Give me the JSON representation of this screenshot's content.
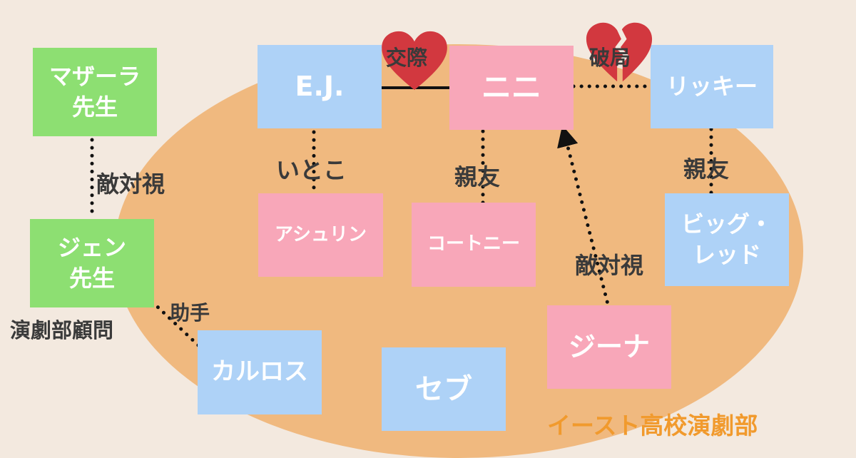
{
  "colors": {
    "background": "#f3e9df",
    "oval": "#f0b97f",
    "male_box": "#aed2f7",
    "female_box": "#f8a7b9",
    "teacher_box": "#8ddf72",
    "heart": "#d2383f",
    "club_title": "#f19a2d"
  },
  "nodes": {
    "mazzara": "マザーラ\n先生",
    "jenn": "ジェン\n先生",
    "carlos": "カルロス",
    "ej": "E.J.",
    "ashlyn": "アシュリン",
    "nini": "ニニ",
    "kourtney": "コートニー",
    "ricky": "リッキー",
    "big_red": "ビッグ・\nレッド",
    "seb": "セブ",
    "gina": "ジーナ"
  },
  "relations": {
    "ej_nini": "交際",
    "nini_ricky": "破局",
    "ej_ashlyn": "いとこ",
    "nini_kourtney": "親友",
    "ricky_big_red": "親友",
    "mazzara_jenn": "敵対視",
    "gina_nini": "敵対視",
    "carlos_jenn": "助手"
  },
  "notes": {
    "jenn_role": "演劇部顧問"
  },
  "icons": {
    "dating": "heart-icon",
    "breakup": "broken-heart-icon"
  },
  "club_name": "イースト高校演劇部"
}
